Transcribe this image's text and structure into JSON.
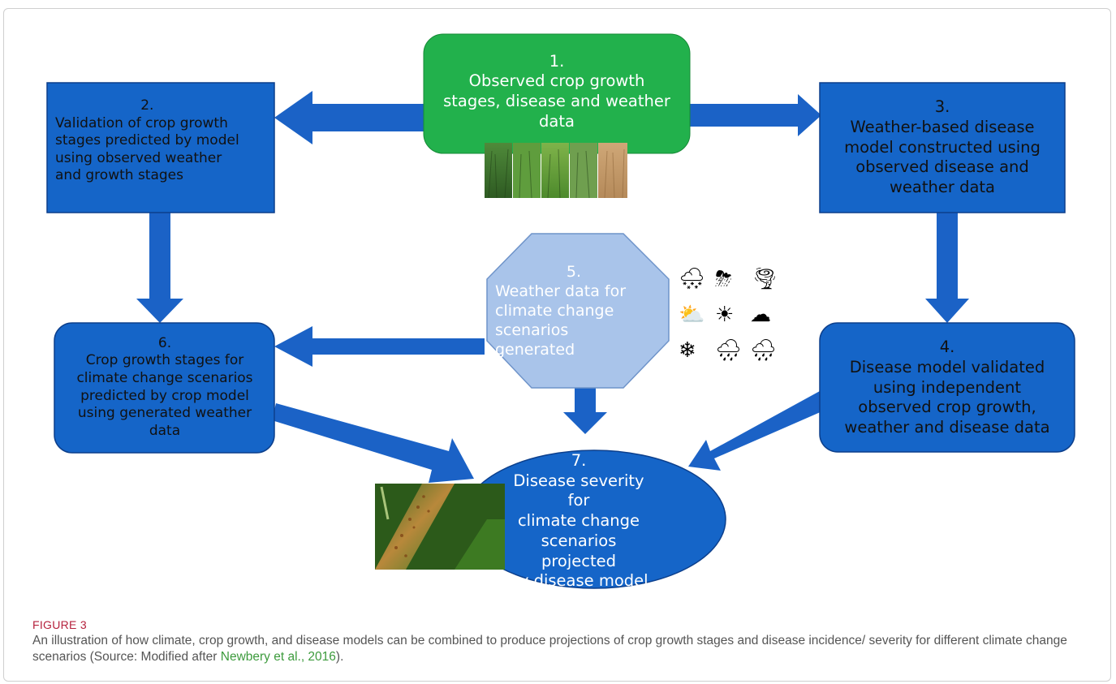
{
  "nodes": {
    "n1": {
      "number": "1.",
      "text": "Observed crop growth\nstages, disease and weather\ndata"
    },
    "n2": {
      "number": "2.",
      "text": "Validation of crop growth\nstages predicted by model\nusing observed  weather\nand growth stages"
    },
    "n3": {
      "number": "3.",
      "text": "Weather-based disease\nmodel constructed using\nobserved disease and\nweather data"
    },
    "n4": {
      "number": "4.",
      "text": "Disease model validated\nusing independent\nobserved crop growth,\nweather and disease data"
    },
    "n5": {
      "number": "5.",
      "text": "Weather data for\nclimate change\nscenarios generated"
    },
    "n6": {
      "number": "6.",
      "text": "Crop growth stages  for\nclimate change scenarios\npredicted by  crop model\nusing generated weather\ndata"
    },
    "n7": {
      "number": "7.",
      "text": "Disease severity for\nclimate change\nscenarios projected\nby disease model"
    }
  },
  "weather_icons": [
    "snow-rain-icon",
    "thunderstorm-icon",
    "tornado-icon",
    "partly-sunny-icon",
    "sun-icon",
    "cloudy-icon",
    "snow-icon",
    "rain-icon",
    "heavy-rain-icon"
  ],
  "colors": {
    "box_blue": "#1565c8",
    "box_border": "#0c3f8c",
    "green": "#22b14c",
    "light_blue": "#a9c4ea",
    "arrow": "#1b62c6"
  },
  "caption": {
    "label": "FIGURE 3",
    "text": "An illustration of how climate, crop growth, and disease models can be combined to produce projections of crop growth stages and disease incidence/ severity for different climate change scenarios (Source: Modified after ",
    "link": "Newbery et al., 2016",
    "tail": ")."
  }
}
